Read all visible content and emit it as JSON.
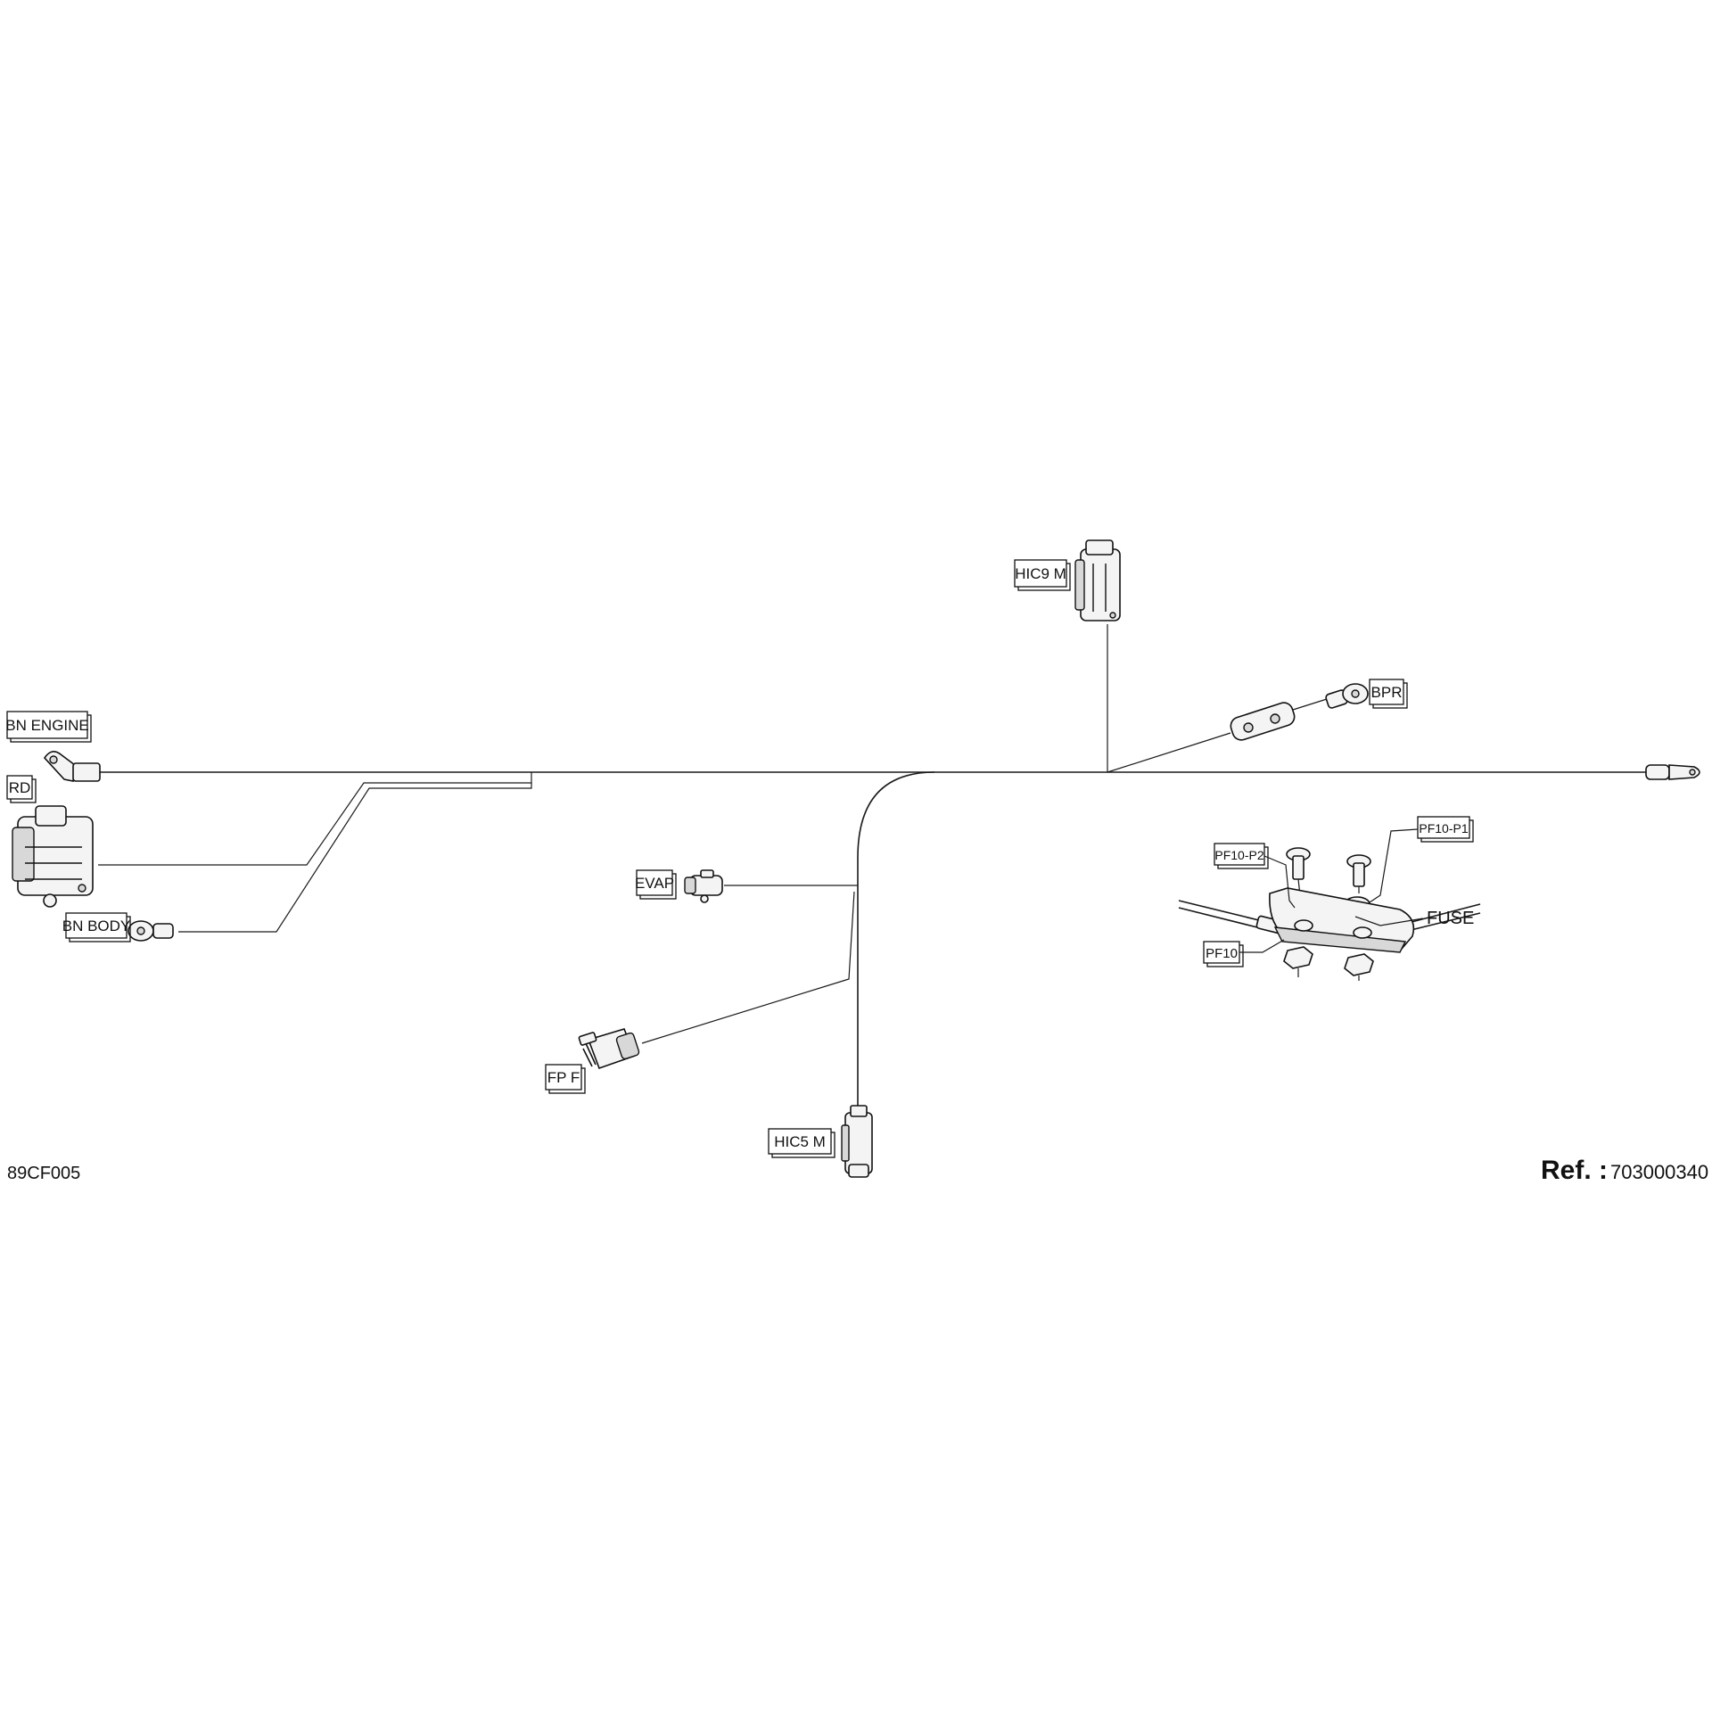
{
  "labels": {
    "hic9": "HIC9  M",
    "bpr": "BPR",
    "bn_engine": "BN  ENGINE",
    "rd": "RD",
    "bn_body": "BN  BODY",
    "evap": "EVAP",
    "fp": "FP  F",
    "hic5": "HIC5  M",
    "pf10_p2": "PF10-P2",
    "pf10_p1": "PF10-P1",
    "fuse": "FUSE",
    "pf10": "PF10"
  },
  "drawing_code": "89CF005",
  "ref": {
    "label": "Ref. :",
    "number": "703000340"
  }
}
